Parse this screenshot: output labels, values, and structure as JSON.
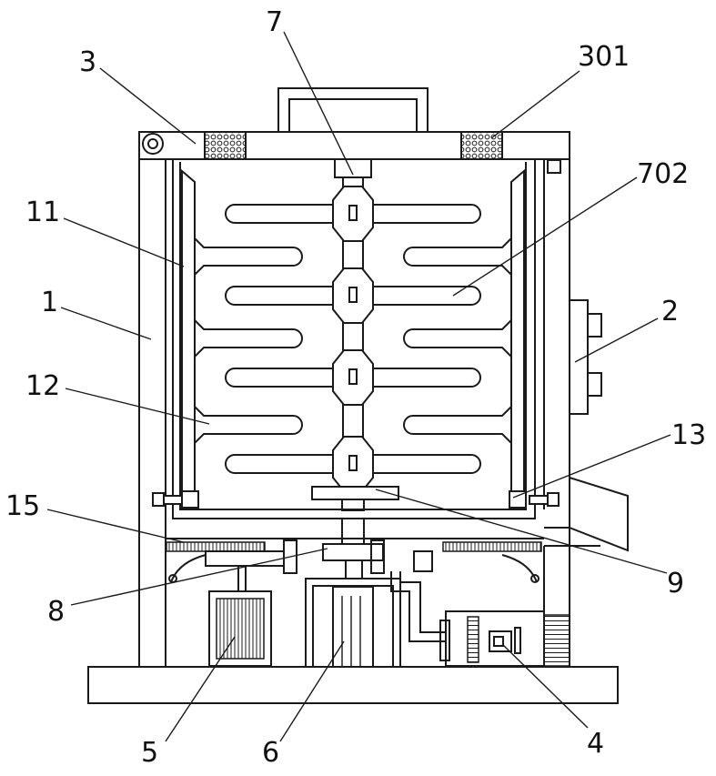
{
  "labels": {
    "l1": "1",
    "l2": "2",
    "l3": "3",
    "l301": "301",
    "l4": "4",
    "l5": "5",
    "l6": "6",
    "l7": "7",
    "l702": "702",
    "l8": "8",
    "l9": "9",
    "l11": "11",
    "l12": "12",
    "l13": "13",
    "l15": "15"
  }
}
